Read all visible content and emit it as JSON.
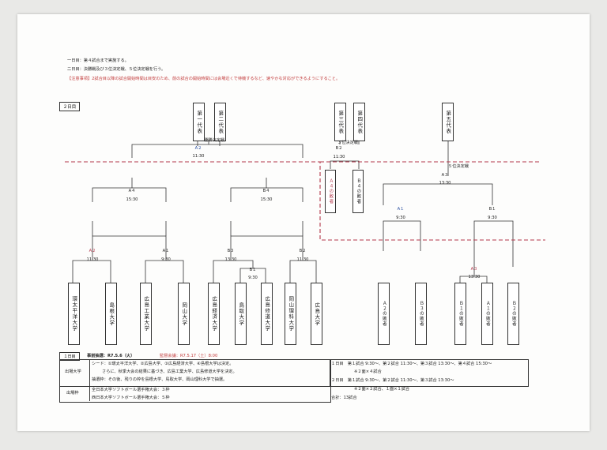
{
  "notes": {
    "line1": "一日目：第４試合まで実施する。",
    "line2": "二日目：決勝戦及び３位決定戦、５位決定戦を行う。",
    "line3": "【注意事項】2試合目以降の試合開始時間は目安のため、前の試合の開始時間には会場近くで待機するなど、速やかな対応ができるようにすること。"
  },
  "day2_label": "２日目",
  "top_boxes": {
    "first": "第一代表",
    "second": "第二代表",
    "third": "第三代表",
    "fourth": "第四代表",
    "fifth": "第五代表"
  },
  "finals": {
    "final_title": "優勝決定戦",
    "third_title": "３位決定戦",
    "fifth_title": "５位決定戦"
  },
  "matches": {
    "A2_top": {
      "code": "A２",
      "time": "11:30"
    },
    "B2_third": {
      "code": "B２",
      "time": "11:30"
    },
    "A3_fifth": {
      "code": "A３",
      "time": "13:30"
    },
    "A4": {
      "code": "A４",
      "time": "15:30"
    },
    "B4": {
      "code": "B４",
      "time": "15:30"
    },
    "A1_right": {
      "code": "A１",
      "time": "9:30"
    },
    "B1_right": {
      "code": "B１",
      "time": "9:30"
    },
    "A2_left": {
      "code": "A２",
      "time": "11:30"
    },
    "A1_left": {
      "code": "A１",
      "time": "9:30"
    },
    "B3_left": {
      "code": "B３",
      "time": "13:30"
    },
    "B2_left": {
      "code": "B２",
      "time": "11:30"
    },
    "B1_left": {
      "code": "B１",
      "time": "9:30"
    },
    "A3_right": {
      "code": "A３",
      "time": "13:30"
    }
  },
  "losers_top": [
    "Ａ４の敗者",
    "Ｂ４の敗者"
  ],
  "teams_left": [
    "環太平洋大学",
    "島根大学",
    "広島工業大学",
    "岡山大学",
    "広島経済大学",
    "鳥取大学",
    "広島修道大学",
    "岡山理科大学",
    "広島大学"
  ],
  "losers_bottom": [
    "Ａ２の敗者",
    "Ｂ３の敗者",
    "Ｂ１の敗者",
    "Ａ１の敗者",
    "Ｂ２の敗者"
  ],
  "bottom": {
    "day1_label": "１日目",
    "draw_label": "事前抽選：R7.5.6（火）",
    "meeting_label": "監督会議：R7.5.17（土）8:00",
    "entrants_label": "出場大学",
    "seed_line": "シード：①環太平洋大学、②広島大学、③広島経済大学、④島根大学は決定。",
    "seed_line2": "さらに、秋季大会の結果に基づき、広島工業大学、広島修道大学を決定。",
    "draw_line": "抽選枠：その後、残りの枠を島根大学、鳥取大学、岡山理科大学で抽選。",
    "quota_label": "出場枠",
    "quota1": "全日本大学ソフトボール選手権大会：３枠",
    "quota2": "西日本大学ソフトボール選手権大会：５枠",
    "sched1": "１日目　第１試合 9:30～、第２試合 11:30～、第３試合 13:30～、第４試合 15:30～",
    "sched2": "※２面×４試合",
    "sched3": "２日目　第１試合 9:30～、第２試合 11:30～、第３試合 13:30～",
    "sched4": "※２面×２試合、１面×１試合",
    "total": "合計：13試合"
  }
}
